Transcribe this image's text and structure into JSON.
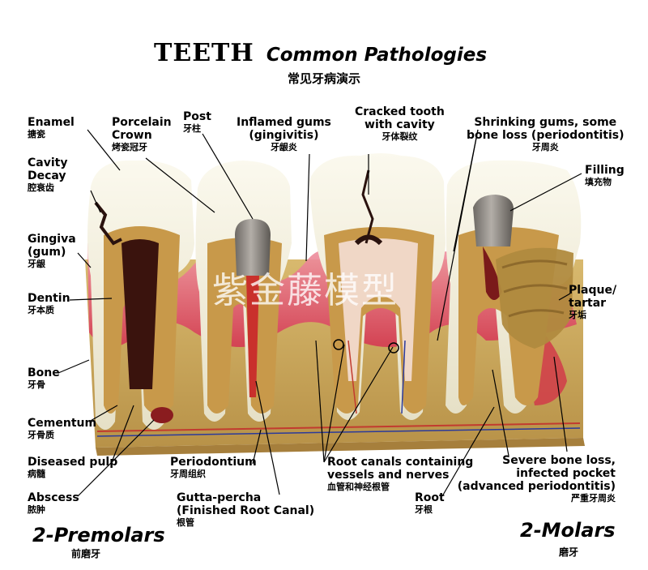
{
  "title": {
    "main": "TEETH",
    "sub": "Common Pathologies",
    "cn": "常见牙病演示"
  },
  "labels": {
    "enamel": {
      "en": "Enamel",
      "cn": "搪瓷"
    },
    "porcelain_crown": {
      "en1": "Porcelain",
      "en2": "Crown",
      "cn": "烤瓷冠牙"
    },
    "post": {
      "en": "Post",
      "cn": "牙柱"
    },
    "inflamed_gums": {
      "en1": "Inflamed gums",
      "en2": "(gingivitis)",
      "cn": "牙龈炎"
    },
    "cracked_tooth": {
      "en1": "Cracked tooth",
      "en2": "with cavity",
      "cn": "牙体裂纹"
    },
    "shrinking_gums": {
      "en1": "Shrinking gums, some",
      "en2": "bone loss (periodontitis)",
      "cn": "牙周炎"
    },
    "cavity_decay": {
      "en1": "Cavity",
      "en2": "Decay",
      "cn": "腔衰齿"
    },
    "filling": {
      "en": "Filling",
      "cn": "填充物"
    },
    "gingiva": {
      "en1": "Gingiva",
      "en2": "(gum)",
      "cn": "牙龈"
    },
    "dentin": {
      "en": "Dentin",
      "cn": "牙本质"
    },
    "plaque": {
      "en1": "Plaque/",
      "en2": "tartar",
      "cn": "牙垢"
    },
    "bone": {
      "en": "Bone",
      "cn": "牙骨"
    },
    "cementum": {
      "en": "Cementum",
      "cn": "牙骨质"
    },
    "diseased_pulp": {
      "en": "Diseased pulp",
      "cn": "病髓"
    },
    "abscess": {
      "en": "Abscess",
      "cn": "脓肿"
    },
    "periodontium": {
      "en": "Periodontium",
      "cn": "牙周组织"
    },
    "gutta_percha": {
      "en1": "Gutta-percha",
      "en2": "(Finished Root Canal)",
      "cn": "根管"
    },
    "root_canals": {
      "en1": "Root canals containing",
      "en2": "vessels and nerves",
      "cn": "血管和神经根管"
    },
    "root": {
      "en": "Root",
      "cn": "牙根"
    },
    "severe_bone_loss": {
      "en1": "Severe bone loss,",
      "en2": "infected pocket",
      "en3": "(advanced periodontitis)",
      "cn": "严重牙周炎"
    }
  },
  "groups": {
    "premolars": {
      "en": "2-Premolars",
      "cn": "前磨牙"
    },
    "molars": {
      "en": "2-Molars",
      "cn": "磨牙"
    }
  },
  "watermark": "紫金藤模型",
  "colors": {
    "enamel": "#f4f1e2",
    "bone": "#c9a860",
    "gum": "#e0566a",
    "pulp": "#4a1a12",
    "dentin": "#c8994a",
    "post": "#8a8580"
  }
}
